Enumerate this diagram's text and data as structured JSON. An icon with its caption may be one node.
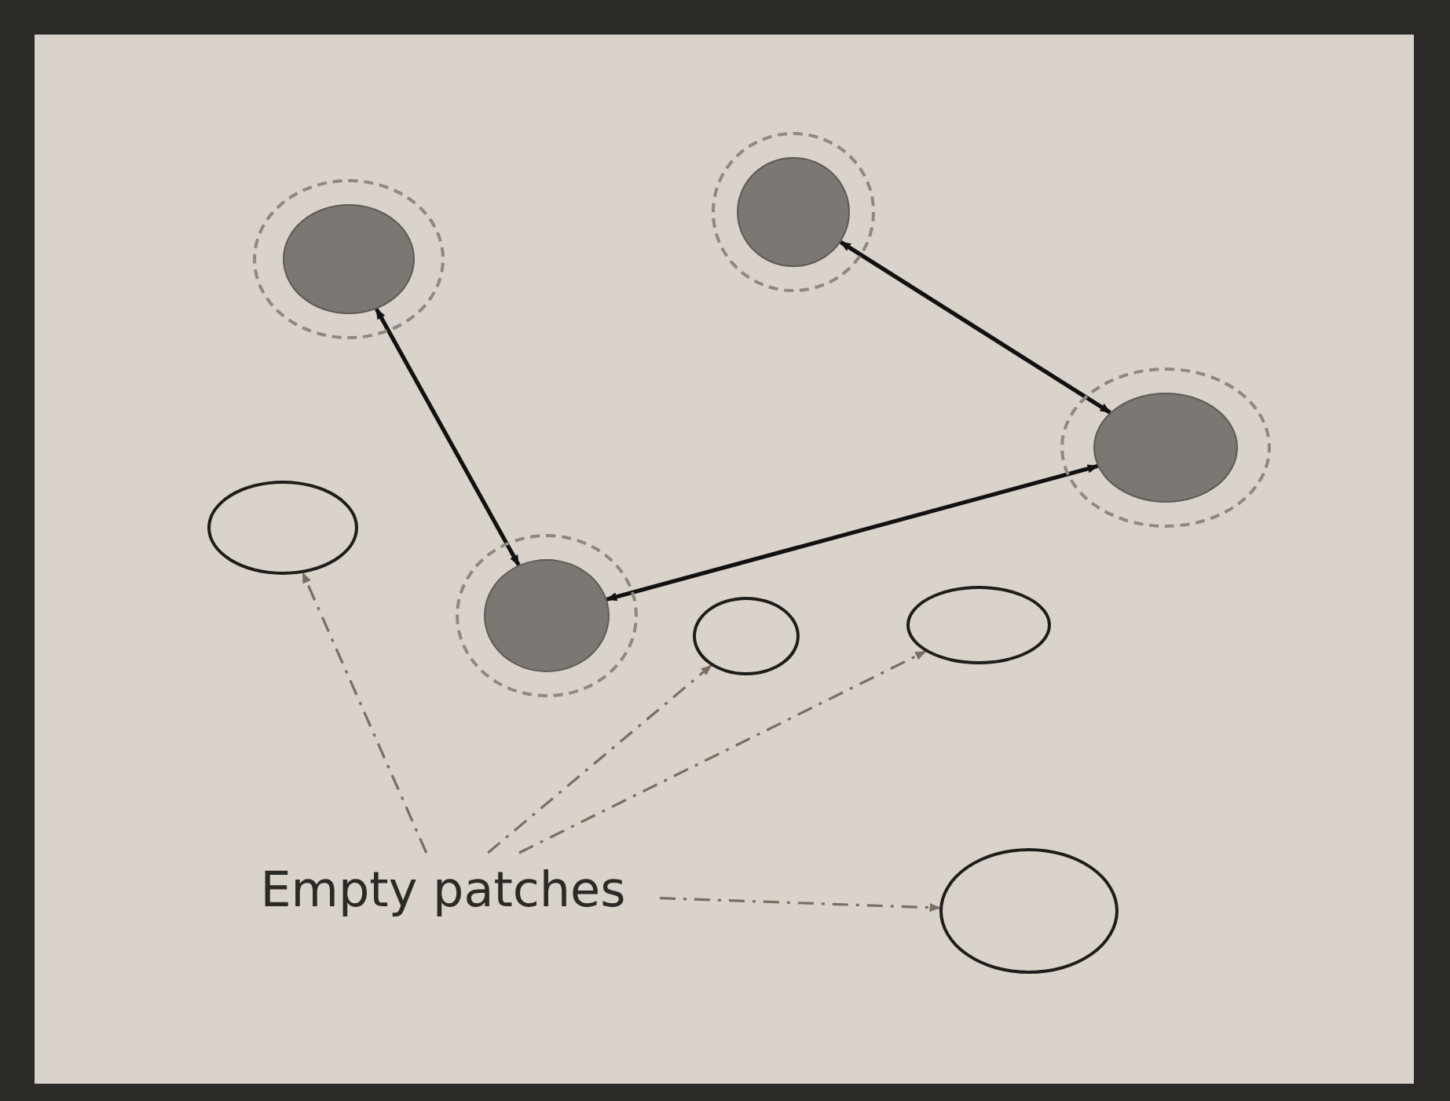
{
  "diagram": {
    "nodes": [
      {
        "text": [],
        "shape": "disc"
      },
      {
        "text": [],
        "shape": "disc"
      },
      {
        "text": [],
        "shape": "disc"
      },
      {
        "text": [],
        "shape": "circle"
      },
      {
        "text": [],
        "shape": "disc"
      },
      {
        "text": [],
        "shape": "circle"
      },
      {
        "text": [],
        "shape": "circle"
      },
      {
        "text": [
          "Empty patches"
        ]
      },
      {
        "text": [],
        "shape": "circle"
      }
    ],
    "edges": [
      {
        "from": 0,
        "to": 4,
        "arrow": "both",
        "color": "#111111"
      },
      {
        "from": 1,
        "to": 2,
        "arrow": "both",
        "color": "#111111"
      },
      {
        "from": 4,
        "to": 2,
        "arrow": "both",
        "color": "#111111"
      },
      {
        "from": 7,
        "to": 3,
        "arrow": "to",
        "style": "dashed"
      },
      {
        "from": 7,
        "to": 5,
        "arrow": "to",
        "style": "dashed"
      },
      {
        "from": 7,
        "to": 6,
        "arrow": "to",
        "style": "dashed"
      },
      {
        "from": 7,
        "to": 8,
        "arrow": "to",
        "style": "dashed"
      }
    ]
  }
}
